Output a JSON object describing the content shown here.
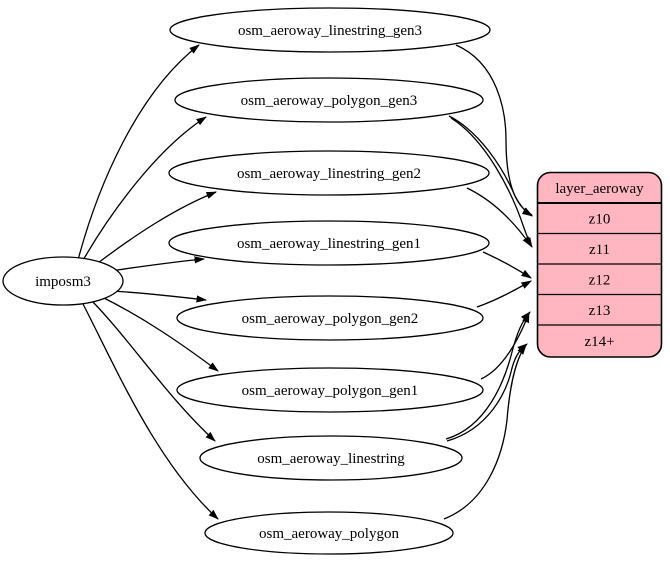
{
  "diagram": {
    "type": "etl-graph",
    "background_color": "#ffffff",
    "edge_color": "#000000",
    "source": {
      "label": "imposm3"
    },
    "tables": [
      {
        "label": "osm_aeroway_linestring_gen3"
      },
      {
        "label": "osm_aeroway_polygon_gen3"
      },
      {
        "label": "osm_aeroway_linestring_gen2"
      },
      {
        "label": "osm_aeroway_linestring_gen1"
      },
      {
        "label": "osm_aeroway_polygon_gen2"
      },
      {
        "label": "osm_aeroway_polygon_gen1"
      },
      {
        "label": "osm_aeroway_linestring"
      },
      {
        "label": "osm_aeroway_polygon"
      }
    ],
    "layer": {
      "title": "layer_aeroway",
      "fill": "#ffb6c1",
      "rows": [
        "z10",
        "z11",
        "z12",
        "z13",
        "z14+"
      ]
    },
    "edges": [
      {
        "from": "imposm3",
        "to": "osm_aeroway_linestring_gen3"
      },
      {
        "from": "imposm3",
        "to": "osm_aeroway_polygon_gen3"
      },
      {
        "from": "imposm3",
        "to": "osm_aeroway_linestring_gen2"
      },
      {
        "from": "imposm3",
        "to": "osm_aeroway_linestring_gen1"
      },
      {
        "from": "imposm3",
        "to": "osm_aeroway_polygon_gen2"
      },
      {
        "from": "imposm3",
        "to": "osm_aeroway_polygon_gen1"
      },
      {
        "from": "imposm3",
        "to": "osm_aeroway_linestring"
      },
      {
        "from": "imposm3",
        "to": "osm_aeroway_polygon"
      },
      {
        "from": "osm_aeroway_linestring_gen3",
        "to": "z10"
      },
      {
        "from": "osm_aeroway_polygon_gen3",
        "to": "z10"
      },
      {
        "from": "osm_aeroway_polygon_gen3",
        "to": "z11"
      },
      {
        "from": "osm_aeroway_linestring_gen2",
        "to": "z11"
      },
      {
        "from": "osm_aeroway_linestring_gen1",
        "to": "z12"
      },
      {
        "from": "osm_aeroway_polygon_gen2",
        "to": "z12"
      },
      {
        "from": "osm_aeroway_polygon_gen1",
        "to": "z13"
      },
      {
        "from": "osm_aeroway_linestring",
        "to": "z13"
      },
      {
        "from": "osm_aeroway_linestring",
        "to": "z14+"
      },
      {
        "from": "osm_aeroway_polygon",
        "to": "z14+"
      }
    ]
  }
}
